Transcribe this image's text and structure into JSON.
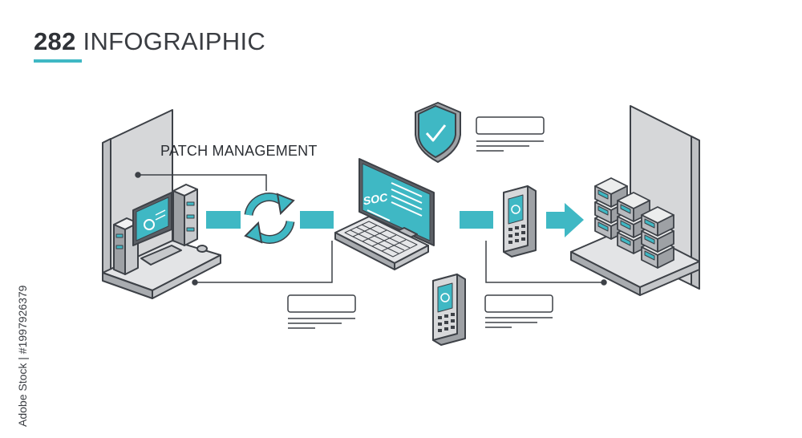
{
  "title": {
    "number": "282",
    "text": "INFOGRAIPHIC"
  },
  "patch_label": "PATCH MANAGEMENT",
  "monitor_label": "SOC",
  "watermark": "Adobe Stock | #1997926379",
  "colors": {
    "accent": "#3fb8c4",
    "outline": "#3d4147",
    "panel": "#d9dadc",
    "text_lines": "#55595f"
  },
  "icons": [
    "refresh-icon",
    "shield-check-icon",
    "arrow-right-icon"
  ]
}
